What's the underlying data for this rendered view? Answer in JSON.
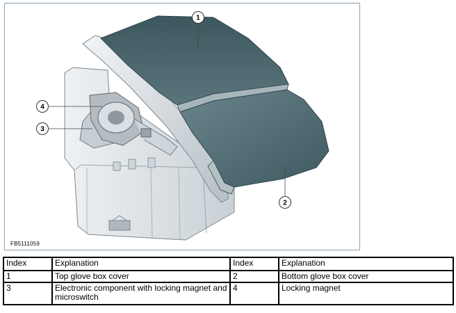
{
  "figure": {
    "code": "FB5111059",
    "callouts": [
      {
        "num": "1"
      },
      {
        "num": "2"
      },
      {
        "num": "3"
      },
      {
        "num": "4"
      }
    ]
  },
  "legend": {
    "headers": [
      "Index",
      "Explanation",
      "Index",
      "Explanation"
    ],
    "rows": [
      {
        "i1": "1",
        "e1": "Top glove box cover",
        "i2": "2",
        "e2": "Bottom glove box cover"
      },
      {
        "i1": "3",
        "e1": "Electronic component with locking magnet and microswitch",
        "i2": "4",
        "e2": "Locking magnet"
      }
    ]
  },
  "colors": {
    "cover": "#4d6770",
    "housing": "#dfe4e8",
    "frame": "#8aa2b4"
  }
}
